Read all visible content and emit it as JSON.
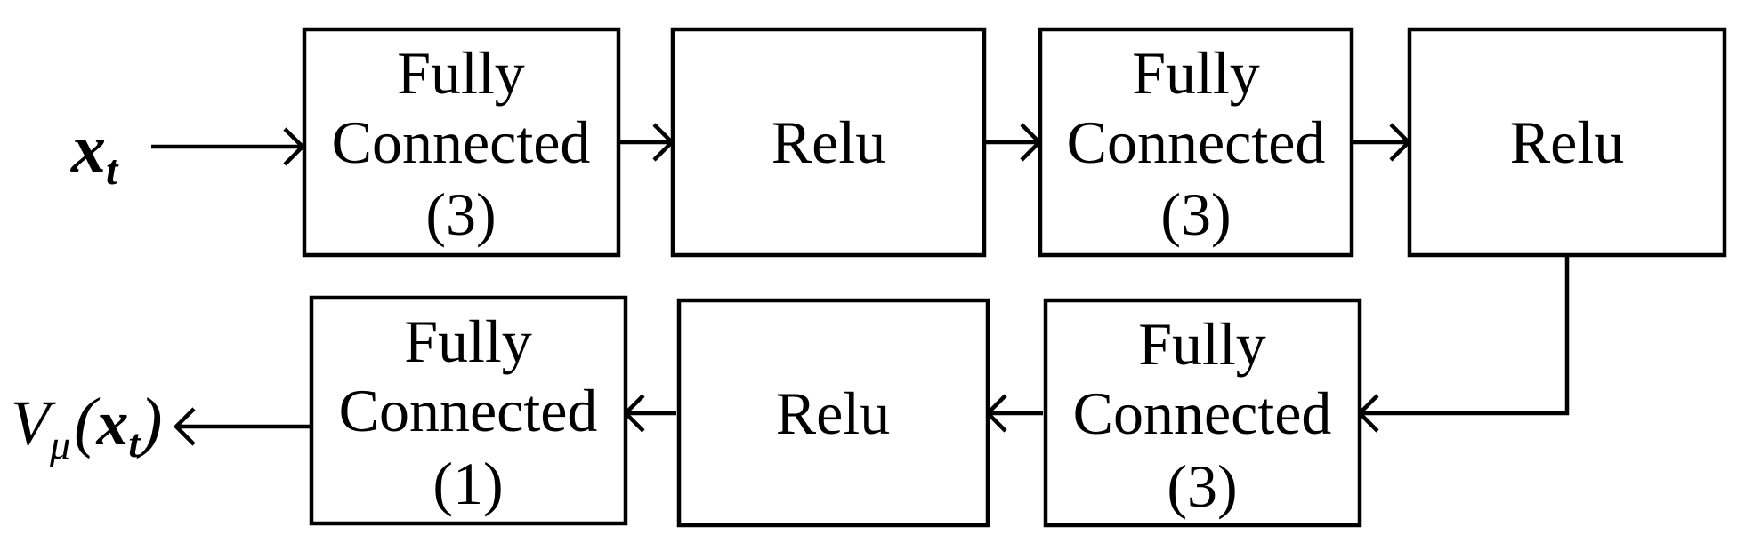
{
  "input": {
    "main": "x",
    "sub": "t"
  },
  "output": {
    "main": "V",
    "sub": "μ",
    "open": "(",
    "arg": "x",
    "arg_sub": "t",
    "close": ")"
  },
  "blocks": [
    {
      "lines": [
        "Fully",
        "Connected",
        "(3)"
      ]
    },
    {
      "lines": [
        "Relu"
      ]
    },
    {
      "lines": [
        "Fully",
        "Connected",
        "(3)"
      ]
    },
    {
      "lines": [
        "Relu"
      ]
    },
    {
      "lines": [
        "Fully",
        "Connected",
        "(3)"
      ]
    },
    {
      "lines": [
        "Relu"
      ]
    },
    {
      "lines": [
        "Fully",
        "Connected",
        "(1)"
      ]
    }
  ]
}
